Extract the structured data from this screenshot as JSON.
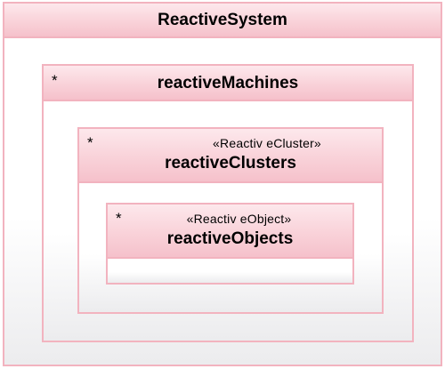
{
  "system": {
    "title": "ReactiveSystem"
  },
  "machines": {
    "multiplicity": "*",
    "title": "reactiveMachines"
  },
  "clusters": {
    "multiplicity": "*",
    "stereotype": "«Reactiv eCluster»",
    "title": "reactiveClusters"
  },
  "objects": {
    "multiplicity": "*",
    "stereotype": "«Reactiv eObject»",
    "title": "reactiveObjects"
  }
}
